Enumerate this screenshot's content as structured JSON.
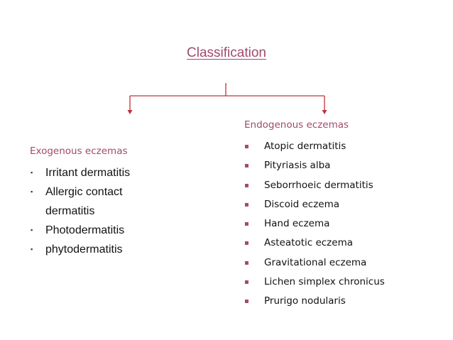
{
  "title": "Classification",
  "colors": {
    "title": "#a14a6d",
    "heading": "#a14a6d",
    "connector": "#c0303a",
    "text": "#111111",
    "endo_bullet": "#a14a6d"
  },
  "exogenous": {
    "heading": "Exogenous eczemas",
    "bullet": "▪",
    "items": [
      "Irritant dermatitis",
      "Allergic contact dermatitis",
      "Photodermatitis",
      "phytodermatitis"
    ]
  },
  "endogenous": {
    "heading": "Endogenous eczemas",
    "bullet": "▪",
    "items": [
      "Atopic dermatitis",
      "Pityriasis alba",
      "Seborrhoeic dermatitis",
      "Discoid eczema",
      "Hand eczema",
      "Asteatotic eczema",
      "Gravitational eczema",
      "Lichen simplex chronicus",
      "Prurigo nodularis"
    ]
  }
}
